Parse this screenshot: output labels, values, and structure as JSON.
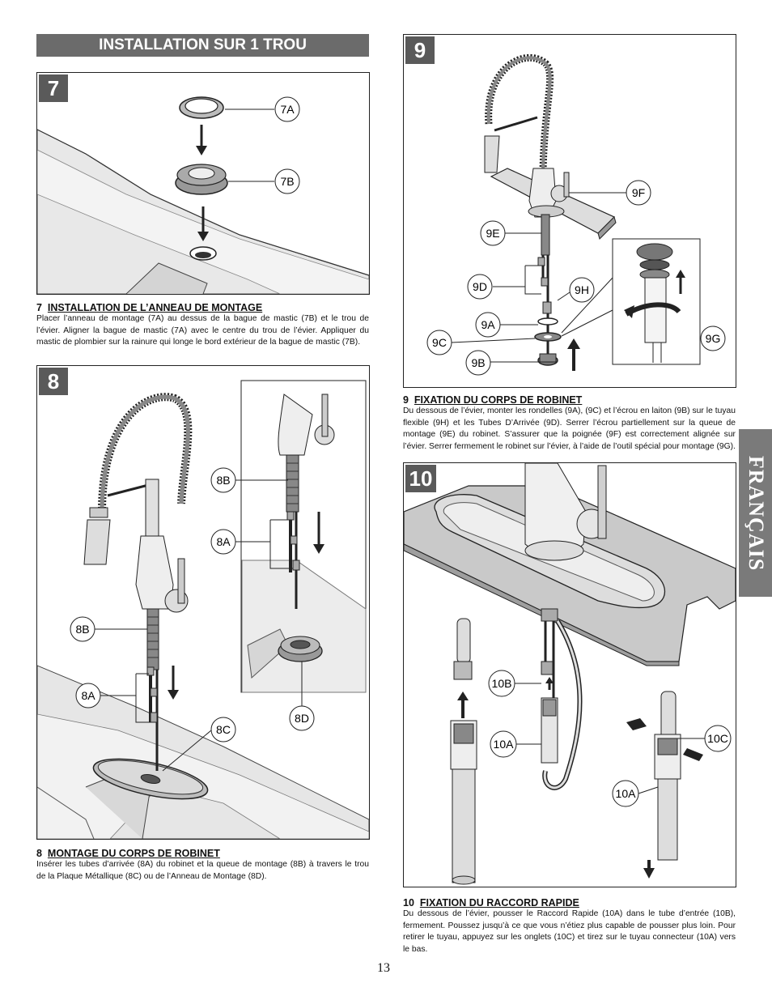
{
  "section_title": "INSTALLATION SUR 1 TROU",
  "side_tab": "FRANÇAIS",
  "page_number": "13",
  "steps": {
    "s7": {
      "number": "7",
      "callouts": [
        "7A",
        "7B"
      ],
      "caption_num": "7",
      "caption_title": "INSTALLATION DE L’ANNEAU DE MONTAGE",
      "caption_body": "Placer l’anneau de montage (7A) au dessus de la bague de mastic (7B) et le trou de l’évier. Aligner la bague de mastic (7A) avec le centre du trou de l’évier. Appliquer du mastic de plombier sur la rainure qui longe le bord extérieur de la bague de mastic (7B)."
    },
    "s8": {
      "number": "8",
      "callouts": [
        "8B",
        "8A",
        "8C",
        "8B",
        "8A",
        "8D"
      ],
      "caption_num": "8",
      "caption_title": "MONTAGE DU CORPS DE ROBINET",
      "caption_body": "Insérer les tubes d’arrivée (8A) du robinet et la queue de montage (8B) à travers le trou de la Plaque Métallique (8C) ou de l’Anneau de Montage (8D)."
    },
    "s9": {
      "number": "9",
      "callouts": [
        "9F",
        "9E",
        "9D",
        "9H",
        "9A",
        "9C",
        "9B",
        "9G"
      ],
      "caption_num": "9",
      "caption_title": "FIXATION DU CORPS DE ROBINET",
      "caption_body": "Du dessous de l’évier, monter les rondelles (9A), (9C) et l’écrou en laiton (9B) sur le tuyau flexible (9H) et les Tubes D’Arrivée (9D). Serrer l’écrou partiellement sur la queue de montage (9E) du robinet. S’assurer que la poignée (9F) est correctement alignée sur l’évier. Serrer fermement le robinet sur l’évier, à l’aide de l’outil spécial pour montage (9G)."
    },
    "s10": {
      "number": "10",
      "callouts": [
        "10B",
        "10A",
        "10C",
        "10A"
      ],
      "caption_num": "10",
      "caption_title": "FIXATION DU RACCORD RAPIDE",
      "caption_body": "Du dessous de l’évier, pousser le Raccord Rapide (10A) dans le tube d’entrée (10B), fermement. Poussez jusqu’à ce que vous n’étiez plus capable de pousser plus loin. Pour retirer le tuyau, appuyez sur les onglets (10C) et tirez sur le tuyau connecteur (10A) vers le bas."
    }
  },
  "colors": {
    "header_bg": "#6b6b6b",
    "step_badge": "#5a5a5a",
    "side_tab": "#7a7a7a",
    "countertop": "#c9c9c9",
    "arrow": "#222222"
  }
}
